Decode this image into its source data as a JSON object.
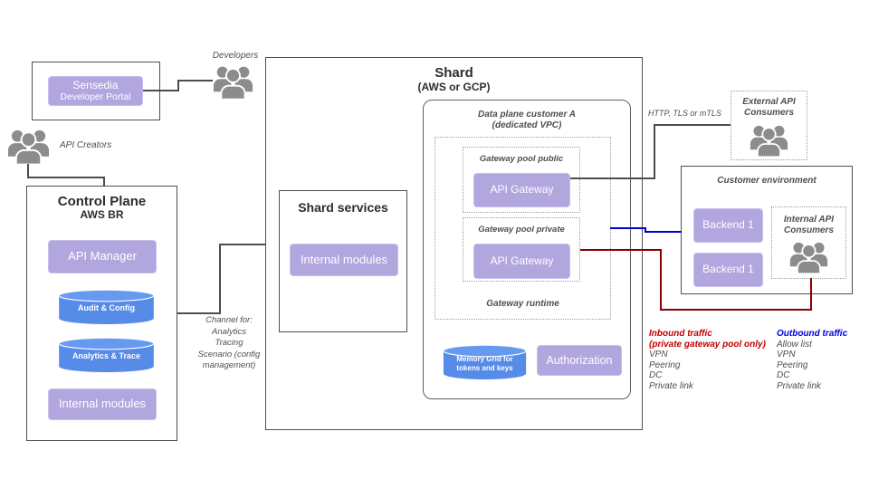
{
  "colors": {
    "purple_box": "#b2a6de",
    "blue_cylinder": "#578be8",
    "connector_gray": "#4d4d4d",
    "inbound_line_red": "#8b0000",
    "outbound_line_blue": "#0000cc",
    "legend_red": "#c00000",
    "legend_blue": "#0000e0",
    "icon_gray": "#8c8c8c"
  },
  "developer_portal": {
    "box_title": "Sensedia",
    "box_subtitle": "Developer Portal"
  },
  "actors": {
    "developers": "Developers",
    "api_creators": "API Creators"
  },
  "control_plane": {
    "title": "Control Plane",
    "subtitle": "AWS BR",
    "api_manager": "API Manager",
    "audit_config": "Audit & Config",
    "analytics_trace": "Analytics & Trace",
    "internal_modules": "Internal modules"
  },
  "shard": {
    "title": "Shard",
    "subtitle": "(AWS or GCP)",
    "services_title": "Shard services",
    "services_internal_modules": "Internal modules",
    "data_plane_title": "Data plane customer A",
    "data_plane_subtitle": "(dedicated VPC)",
    "pool_public_label": "Gateway pool public",
    "pool_public_gateway": "API Gateway",
    "pool_private_label": "Gateway pool private",
    "pool_private_gateway": "API Gateway",
    "gateway_runtime_label": "Gateway runtime",
    "memory_grid_line1": "Memory Grid for",
    "memory_grid_line2": "tokens and keys",
    "authorization": "Authorization"
  },
  "external_consumers": {
    "line1": "External API",
    "line2": "Consumers"
  },
  "customer_environment": {
    "title": "Customer environment",
    "backend_top": "Backend 1",
    "backend_bottom": "Backend 1",
    "internal_consumers_line1": "Internal API",
    "internal_consumers_line2": "Consumers"
  },
  "annotations": {
    "http": "HTTP, TLS or mTLS",
    "channel": [
      "Channel  for:",
      "Analytics",
      "Tracing",
      "Scenario (config",
      "management)"
    ]
  },
  "legend": {
    "inbound": {
      "title": "Inbound traffic",
      "subtitle": "(private gateway pool only)",
      "items": [
        "VPN",
        "Peering",
        "DC",
        "Private link"
      ]
    },
    "outbound": {
      "title": "Outbound traffic",
      "items": [
        "Allow list",
        "VPN",
        "Peering",
        "DC",
        "Private link"
      ]
    }
  }
}
